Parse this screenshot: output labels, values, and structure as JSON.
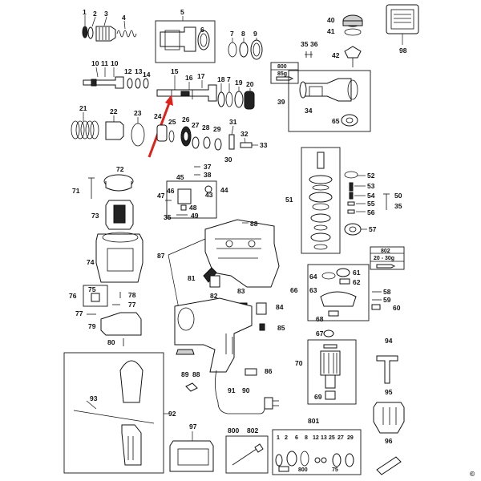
{
  "colors": {
    "line": "#111111",
    "highlight_arrow": "#e0201a",
    "background": "#ffffff"
  },
  "callouts": {
    "n1": "1",
    "n2": "2",
    "n3": "3",
    "n4": "4",
    "n5": "5",
    "n6": "6",
    "n7": "7",
    "n8": "8",
    "n9": "9",
    "n10": "10",
    "n11": "11",
    "n12": "12",
    "n13": "13",
    "n14": "14",
    "n15": "15",
    "n16": "16",
    "n17": "17",
    "n18": "18",
    "n19": "19",
    "n20": "20",
    "n21": "21",
    "n22": "22",
    "n23": "23",
    "n24": "24",
    "n25": "25",
    "n26": "26",
    "n27": "27",
    "n28": "28",
    "n29": "29",
    "n30": "30",
    "n31": "31",
    "n32": "32",
    "n33": "33",
    "n34": "34",
    "n35": "35",
    "n36": "36",
    "n37": "37",
    "n38": "38",
    "n39": "39",
    "n40": "40",
    "n41": "41",
    "n42": "42",
    "n43": "43",
    "n44": "44",
    "n45": "45",
    "n46": "46",
    "n47": "47",
    "n48": "48",
    "n49": "49",
    "n50": "50",
    "n51": "51",
    "n52": "52",
    "n53": "53",
    "n54": "54",
    "n55": "55",
    "n56": "56",
    "n57": "57",
    "n58": "58",
    "n59": "59",
    "n60": "60",
    "n61": "61",
    "n62": "62",
    "n63": "63",
    "n64": "64",
    "n65": "65",
    "n66": "66",
    "n67": "67",
    "n68": "68",
    "n69": "69",
    "n70": "70",
    "n71": "71",
    "n72": "72",
    "n73": "73",
    "n74": "74",
    "n75": "75",
    "n76": "76",
    "n77": "77",
    "n78": "78",
    "n79": "79",
    "n80": "80",
    "n81": "81",
    "n82": "82",
    "n83": "83",
    "n84": "84",
    "n85": "85",
    "n86": "86",
    "n87": "87",
    "n88": "88",
    "n89": "89",
    "n90": "90",
    "n91": "91",
    "n92": "92",
    "n93": "93",
    "n94": "94",
    "n95": "95",
    "n96": "96",
    "n97": "97",
    "n98": "98",
    "n800": "800",
    "n801": "801",
    "n802": "802"
  },
  "grease_labels": {
    "g800_code": "800",
    "g800_weight": "85g",
    "g802_code": "802",
    "g802_weight": "20 - 30g"
  },
  "kit801_items": [
    "1",
    "2",
    "6",
    "8",
    "12",
    "13",
    "25",
    "27",
    "29"
  ],
  "kit801_bottom": [
    "800",
    "75"
  ],
  "copyright_mark": "©"
}
